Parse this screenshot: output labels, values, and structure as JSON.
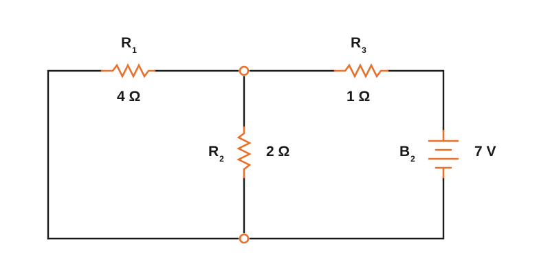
{
  "colors": {
    "wire": "#1a1a1a",
    "component": "#e8702a",
    "background": "#ffffff"
  },
  "components": {
    "r1": {
      "symbol": "R",
      "subscript": "1",
      "value": "4 Ω"
    },
    "r2": {
      "symbol": "R",
      "subscript": "2",
      "value": "2 Ω"
    },
    "r3": {
      "symbol": "R",
      "subscript": "3",
      "value": "1 Ω"
    },
    "b2": {
      "symbol": "B",
      "subscript": "2",
      "value": "7 V"
    }
  }
}
